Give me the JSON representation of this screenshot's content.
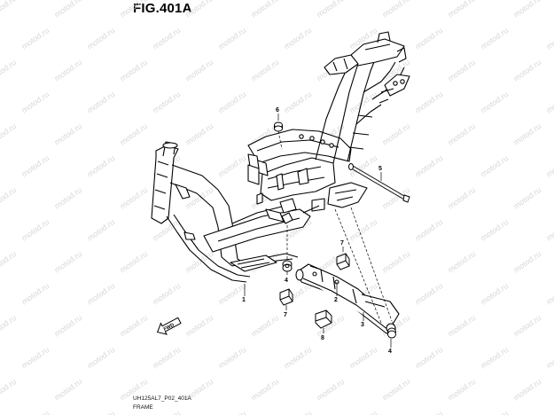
{
  "figure": {
    "title": "FIG.401A",
    "drawing_code": "UH125AL7_P02_401A",
    "section_name": "FRAME"
  },
  "watermark": {
    "text": "motod.ru",
    "color": "#d8d8d8"
  },
  "arrow_label": "FWD",
  "callouts": [
    {
      "id": "callout-1",
      "label": "1"
    },
    {
      "id": "callout-2",
      "label": "2"
    },
    {
      "id": "callout-3",
      "label": "3"
    },
    {
      "id": "callout-4a",
      "label": "4"
    },
    {
      "id": "callout-4b",
      "label": "4"
    },
    {
      "id": "callout-5",
      "label": "5"
    },
    {
      "id": "callout-6",
      "label": "6"
    },
    {
      "id": "callout-7a",
      "label": "7"
    },
    {
      "id": "callout-7b",
      "label": "7"
    },
    {
      "id": "callout-8",
      "label": "8"
    }
  ],
  "colors": {
    "line": "#000000",
    "background": "#ffffff"
  }
}
